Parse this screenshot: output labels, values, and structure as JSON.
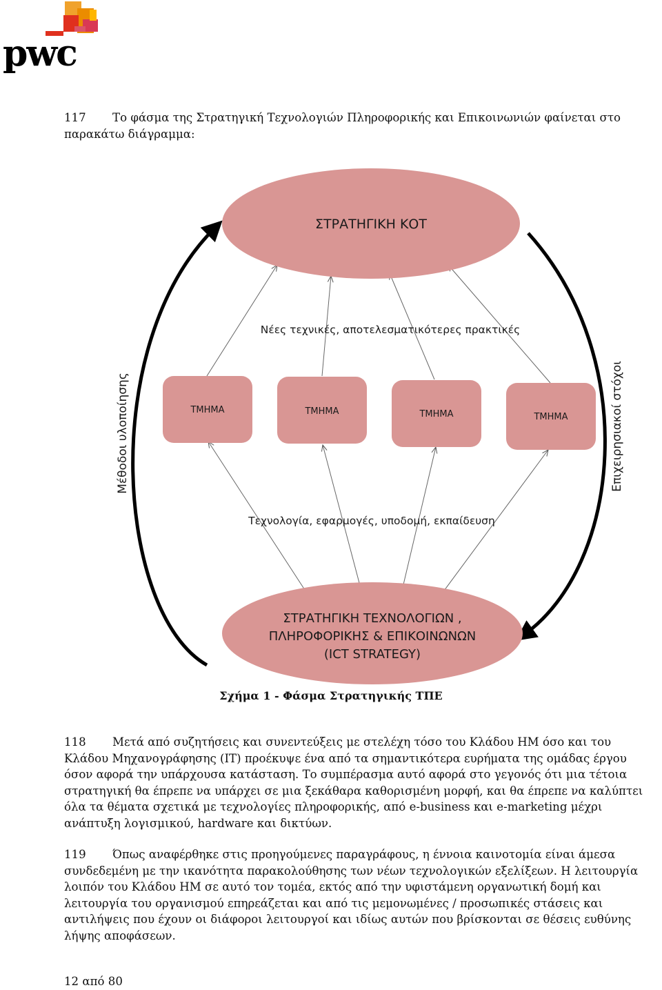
{
  "header": {
    "logo_text": "pwc"
  },
  "paragraphs": {
    "p117": {
      "number": "117",
      "line1": "Το φάσμα της Στρατηγική Τεχνολογιών Πληροφορικής και Επικοινωνιών φαίνεται στο",
      "line2": "παρακάτω διάγραμμα:"
    },
    "p118": {
      "number": "118",
      "line1": "Μετά από συζητήσεις και συνεντεύξεις με στελέχη τόσο του Κλάδου ΗΜ όσο και του",
      "line2": "Κλάδου Μηχανογράφησης (ΙΤ) προέκυψε ένα από τα σημαντικότερα ευρήματα της ομάδας έργου",
      "line3": "όσον αφορά την υπάρχουσα κατάσταση. Το συμπέρασμα αυτό αφορά στο γεγονός ότι μια τέτοια",
      "line4": "στρατηγική θα έπρεπε να υπάρχει σε μια ξεκάθαρα καθορισμένη μορφή, και θα έπρεπε να καλύπτει",
      "line5": "όλα τα θέματα σχετικά με τεχνολογίες πληροφορικής, από e-business και e-marketing μέχρι",
      "line6": "ανάπτυξη λογισμικού, hardware και δικτύων."
    },
    "p119": {
      "number": "119",
      "line1": "Όπως αναφέρθηκε στις προηγούμενες παραγράφους, η έννοια καινοτομία είναι άμεσα",
      "line2": "συνδεδεμένη με την ικανότητα παρακολούθησης των νέων τεχνολογικών εξελίξεων.  Η λειτουργία",
      "line3": "λοιπόν του Κλάδου ΗΜ σε αυτό τον τομέα, εκτός από την υφιστάμενη οργανωτική δομή και",
      "line4": "λειτουργία του οργανισμού επηρεάζεται και από τις μεμονωμένες / προσωπικές στάσεις και",
      "line5": "αντιλήψεις που έχουν οι διάφοροι λειτουργοί και ιδίως αυτών που βρίσκονται σε θέσεις ευθύνης",
      "line6": "λήψης αποφάσεων."
    }
  },
  "diagram": {
    "top_ellipse": "ΣΤΡΑΤΗΓΙΚΗ ΚΟΤ",
    "upper_label": "Νέες τεχνικές, αποτελεσματικότερες πρακτικές",
    "departments": [
      "ΤΜΗΜΑ",
      "ΤΜΗΜΑ",
      "ΤΜΗΜΑ",
      "ΤΜΗΜΑ"
    ],
    "lower_label": "Τεχνολογία, εφαρμογές, υποδομή, εκπαίδευση",
    "bottom_ellipse": {
      "line1": "ΣΤΡΑΤΗΓΙΚΗ ΤΕΧΝΟΛΟΓΙΩΝ ,",
      "line2": "ΠΛΗΡΟΦΟΡΙΚΗΣ & ΕΠΙΚΟΙΝΩΝΩΝ",
      "line3": "(ICT STRATEGY)"
    },
    "left_side_label": "Μέθοδοι υλοποίησης",
    "right_side_label": "Επιχειρησιακοί στόχοι",
    "fill_color": "#d99694",
    "caption": "Σχήμα 1 - Φάσμα Στρατηγικής ΤΠΕ"
  },
  "footer": {
    "page": "12 από 80"
  }
}
